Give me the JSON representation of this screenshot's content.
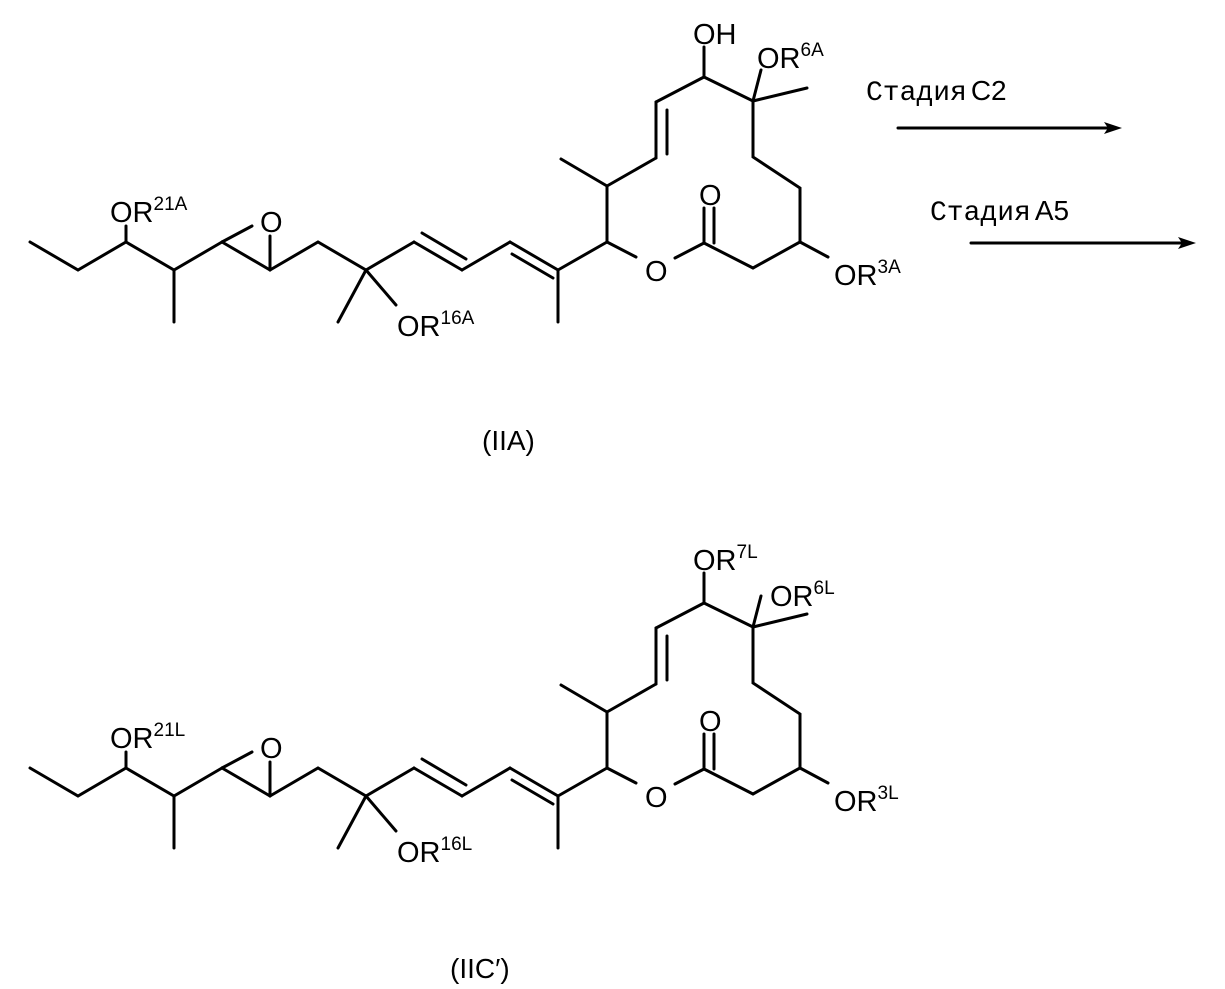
{
  "reaction": {
    "step1": {
      "word": "Стадия",
      "code": "C2"
    },
    "step2": {
      "word": "Стадия",
      "code": "A5"
    }
  },
  "compound_top": {
    "caption": "(IIA)",
    "labels": {
      "or21": {
        "base": "OR",
        "sup": "21A"
      },
      "epoxide_o": "O",
      "or16": {
        "base": "OR",
        "sup": "16A"
      },
      "oh": "OH",
      "or6": {
        "base": "OR",
        "sup": "6A"
      },
      "carbonyl_o": "O",
      "ring_o": "O",
      "or3": {
        "base": "OR",
        "sup": "3A"
      }
    }
  },
  "compound_bottom": {
    "caption": "(IIC′)",
    "labels": {
      "or21": {
        "base": "OR",
        "sup": "21L"
      },
      "epoxide_o": "O",
      "or16": {
        "base": "OR",
        "sup": "16L"
      },
      "or7": {
        "base": "OR",
        "sup": "7L"
      },
      "or6": {
        "base": "OR",
        "sup": "6L"
      },
      "carbonyl_o": "O",
      "ring_o": "O",
      "or3": {
        "base": "OR",
        "sup": "3L"
      }
    }
  }
}
